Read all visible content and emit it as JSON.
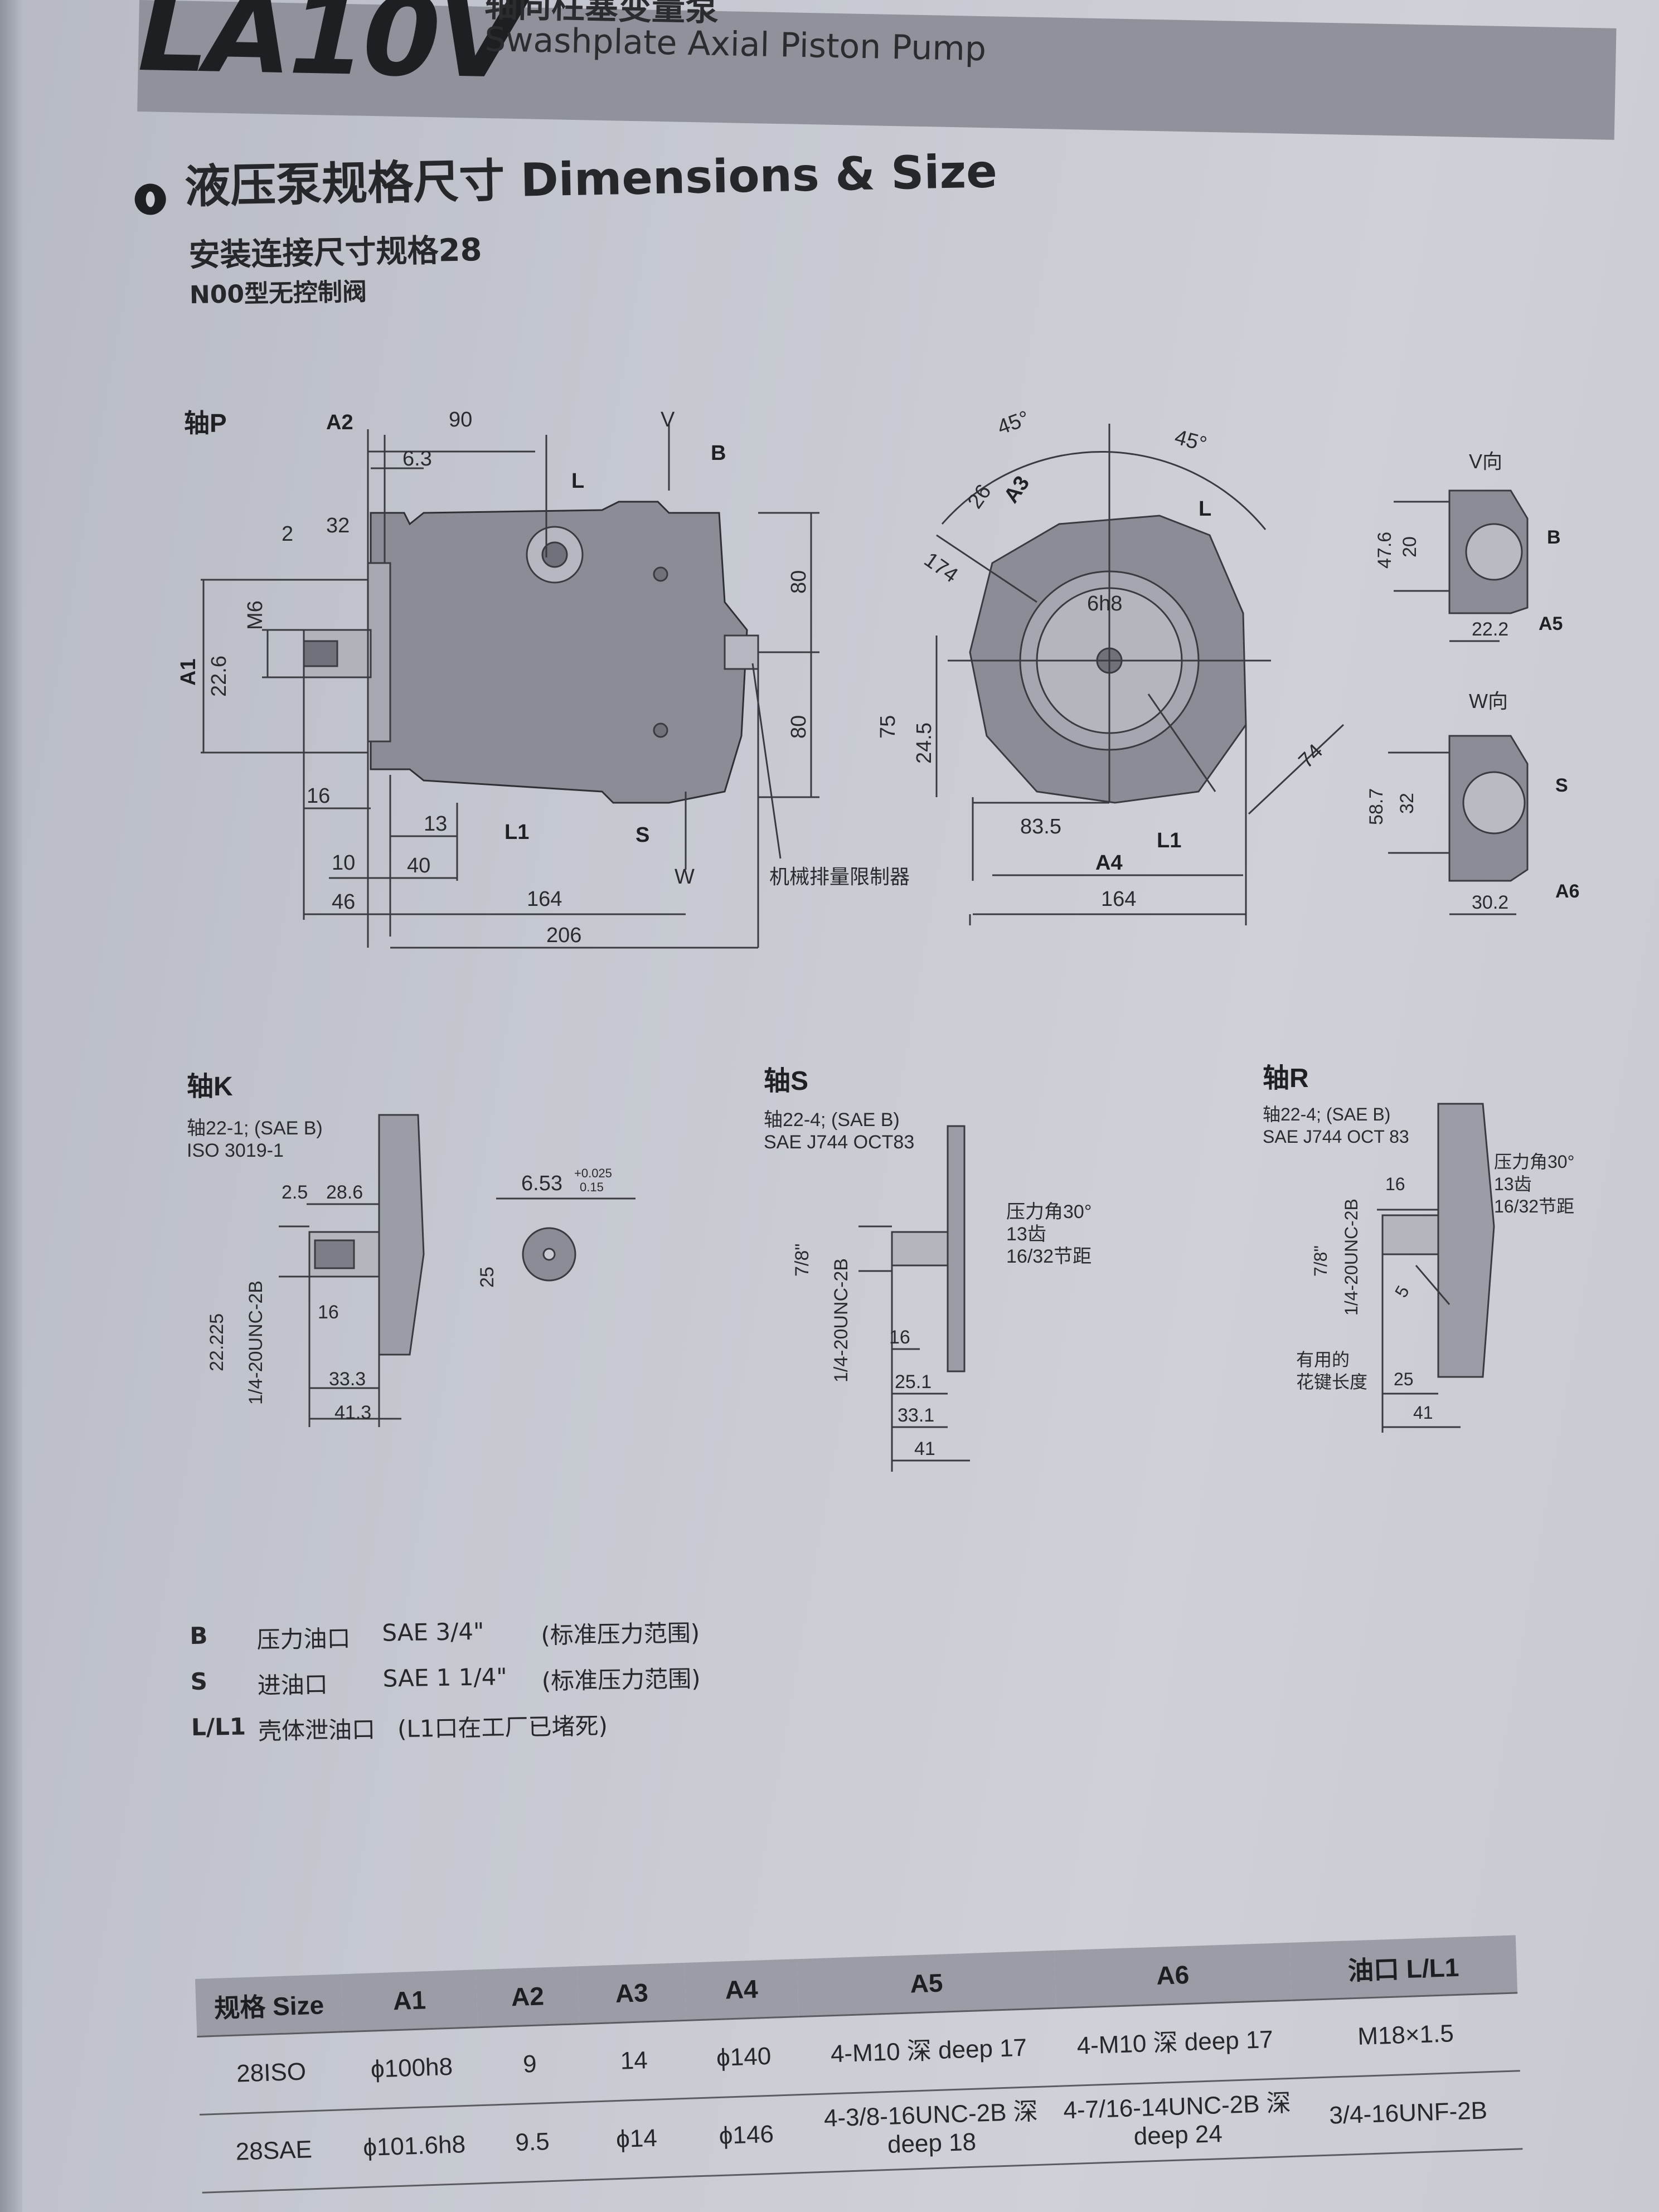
{
  "header": {
    "model": "LA10V",
    "cn_subtitle": "轴向柱塞变量泵",
    "en_subtitle": "Swashplate Axial Piston Pump"
  },
  "section": {
    "title": "液压泵规格尺寸 Dimensions & Size",
    "mounting": "安装连接尺寸规格28",
    "valve": "N00型无控制阀"
  },
  "drawing_main": {
    "shaft_label": "轴P",
    "side_dims": [
      "A2",
      "90",
      "6.3",
      "V",
      "B",
      "L",
      "2",
      "32",
      "M6",
      "22.6",
      "A1",
      "80",
      "80",
      "16",
      "13",
      "L1",
      "S",
      "10",
      "40",
      "W",
      "46",
      "164",
      "206",
      "机械排量限制器"
    ],
    "front_dims": [
      "45°",
      "45°",
      "A3",
      "26",
      "L",
      "174",
      "6h8",
      "75",
      "24.5",
      "83.5",
      "A4",
      "L1",
      "74",
      "164"
    ],
    "v_view": {
      "title": "V向",
      "dims": [
        "47.6",
        "20",
        "B",
        "22.2",
        "A5"
      ]
    },
    "w_view": {
      "title": "W向",
      "dims": [
        "58.7",
        "32",
        "S",
        "30.2",
        "A6"
      ]
    }
  },
  "shaft_k": {
    "title": "轴K",
    "spec1": "轴22-1; (SAE B)",
    "spec2": "ISO 3019-1",
    "dims": [
      "2.5",
      "28.6",
      "6.53",
      "+0.025",
      "0.15",
      "22.225",
      "1/4-20UNC-2B",
      "16",
      "25",
      "33.3",
      "41.3"
    ]
  },
  "shaft_s": {
    "title": "轴S",
    "spec1": "轴22-4; (SAE B)",
    "spec2": "SAE J744 OCT83",
    "note1": "压力角30°",
    "note2": "13齿",
    "note3": "16/32节距",
    "dims": [
      "7/8\"",
      "1/4-20UNC-2B",
      "16",
      "25.1",
      "33.1",
      "41"
    ]
  },
  "shaft_r": {
    "title": "轴R",
    "spec1": "轴22-4; (SAE B)",
    "spec2": "SAE J744 OCT 83",
    "note1": "压力角30°",
    "note2": "13齿",
    "note3": "16/32节距",
    "spline_len": "有用的",
    "spline_len2": "花键长度",
    "dims": [
      "16",
      "7/8\"",
      "1/4-20UNC-2B",
      "5",
      "25",
      "41"
    ]
  },
  "notes": [
    {
      "code": "B",
      "name": "压力油口",
      "size": "SAE 3/4\"",
      "remark": "(标准压力范围)"
    },
    {
      "code": "S",
      "name": "进油口",
      "size": "SAE 1 1/4\"",
      "remark": "(标准压力范围)"
    },
    {
      "code": "L/L1",
      "name": "壳体泄油口",
      "size": "",
      "remark": "(L1口在工厂已堵死)"
    }
  ],
  "table": {
    "headers": [
      "规格 Size",
      "A1",
      "A2",
      "A3",
      "A4",
      "A5",
      "A6",
      "油口 L/L1"
    ],
    "rows": [
      [
        "28ISO",
        "ϕ100h8",
        "9",
        "14",
        "ϕ140",
        "4-M10 深 deep 17",
        "4-M10 深 deep 17",
        "M18×1.5"
      ],
      [
        "28SAE",
        "ϕ101.6h8",
        "9.5",
        "ϕ14",
        "ϕ146",
        "4-3/8-16UNC-2B 深 deep 18",
        "4-7/16-14UNC-2B 深 deep 24",
        "3/4-16UNF-2B"
      ]
    ]
  }
}
